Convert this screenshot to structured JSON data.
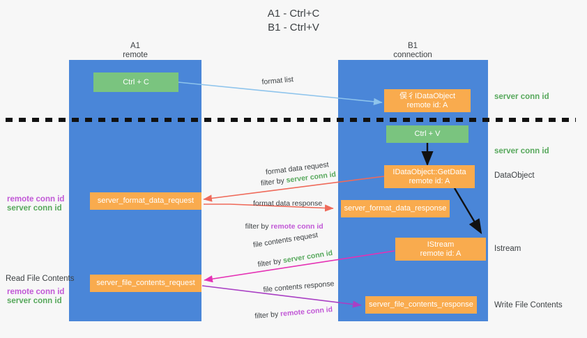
{
  "title": "A1 - Ctrl+C\nB1 - Ctrl+V",
  "lanes": [
    {
      "id": "a1",
      "title": "A1\nremote"
    },
    {
      "id": "b1",
      "title": "B1\nconnection"
    }
  ],
  "nodes": {
    "ctrl_c": "Ctrl + C",
    "data_object_remote": "俣彳IDataObject\nremote id: A",
    "ctrl_v": "Ctrl + V",
    "getdata": "IDataObject::GetData\nremote id: A",
    "server_format_data_request": "server_format_data_request",
    "server_format_data_response": "server_format_data_response",
    "istream": "IStream\nremote id: A",
    "server_file_contents_request": "server_file_contents_request",
    "server_file_contents_response": "server_file_contents_response"
  },
  "edge_labels": {
    "format_list": "format list",
    "format_data_request": "format data request",
    "format_data_request_filter_prefix": "filter by ",
    "format_data_request_filter_value": "server conn id",
    "format_data_response": "format data response",
    "format_data_response_filter_prefix": "filter by ",
    "format_data_response_filter_value": "remote conn id",
    "file_contents_request": "file contents request",
    "file_contents_request_filter_prefix": "filter by ",
    "file_contents_request_filter_value": "server conn id",
    "file_contents_response": "file contents response",
    "file_contents_response_filter_prefix": "filter by ",
    "file_contents_response_filter_value": "remote conn id"
  },
  "right_labels": {
    "server_conn_id_top": "server conn id",
    "server_conn_id_second": "server conn id",
    "data_object": "DataObject",
    "istream": "Istream",
    "write_file_contents": "Write File Contents"
  },
  "left_labels": {
    "remote_conn_id_upper": "remote conn id",
    "server_conn_id_upper": "server conn id",
    "read_file_contents": "Read File Contents",
    "remote_conn_id_lower": "remote conn id",
    "server_conn_id_lower": "server conn id"
  },
  "colors": {
    "lane": "#4a86d8",
    "node_orange": "#f9ab4e",
    "node_green": "#7ac47f",
    "arrow_blue": "#8ec4ec",
    "arrow_red": "#ef6a5a",
    "arrow_magenta": "#e531b4",
    "arrow_purple": "#a93fc4",
    "arrow_black": "#111111",
    "conn_green": "#57a85c",
    "conn_purple": "#c158d6",
    "background": "#f7f7f7"
  }
}
